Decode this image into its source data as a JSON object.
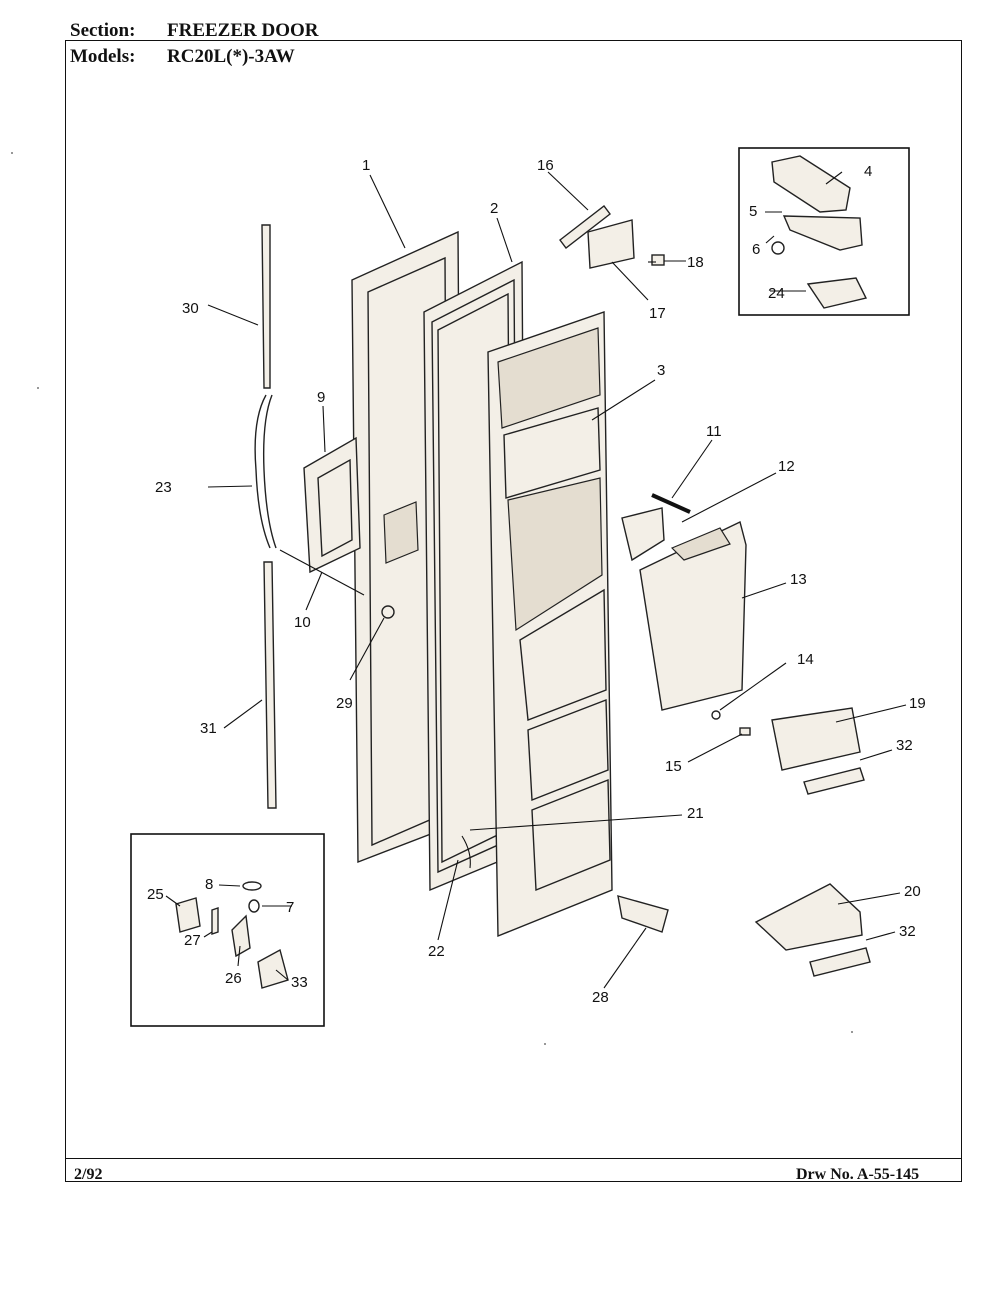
{
  "header": {
    "section_label": "Section:",
    "section_value": "FREEZER DOOR",
    "models_label": "Models:",
    "models_value": "RC20L(*)-3AW"
  },
  "footer": {
    "date": "2/92",
    "drawing_number": "Drw No. A-55-145"
  },
  "callouts": [
    "1",
    "2",
    "3",
    "4",
    "5",
    "6",
    "7",
    "8",
    "9",
    "10",
    "11",
    "12",
    "13",
    "14",
    "15",
    "16",
    "17",
    "18",
    "19",
    "20",
    "21",
    "22",
    "23",
    "24",
    "25",
    "26",
    "27",
    "28",
    "29",
    "30",
    "31",
    "32",
    "32",
    "33"
  ]
}
